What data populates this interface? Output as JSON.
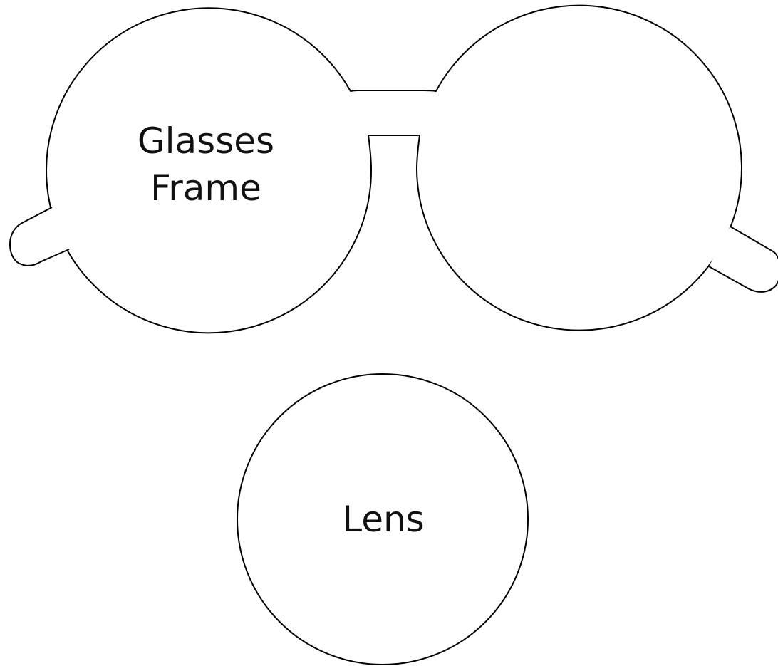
{
  "frame": {
    "label_line1": "Glasses",
    "label_line2": "Frame"
  },
  "lens": {
    "label": "Lens"
  },
  "colors": {
    "stroke": "#000000",
    "fill": "#ffffff",
    "text": "#111111"
  }
}
